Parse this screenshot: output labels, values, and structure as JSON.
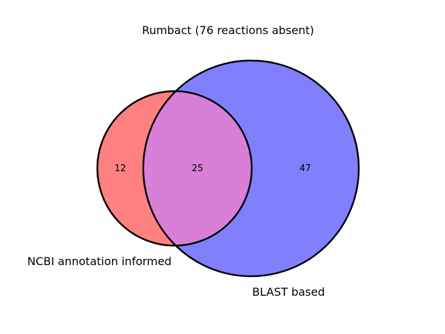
{
  "diagram": {
    "title": "Rumbact (76 reactions absent)",
    "sets": [
      {
        "label": "NCBI annotation informed",
        "color": "#ff0000"
      },
      {
        "label": "BLAST based",
        "color": "#0000ff"
      }
    ],
    "regions": {
      "only_a": "12",
      "intersection": "25",
      "only_b": "47"
    }
  }
}
